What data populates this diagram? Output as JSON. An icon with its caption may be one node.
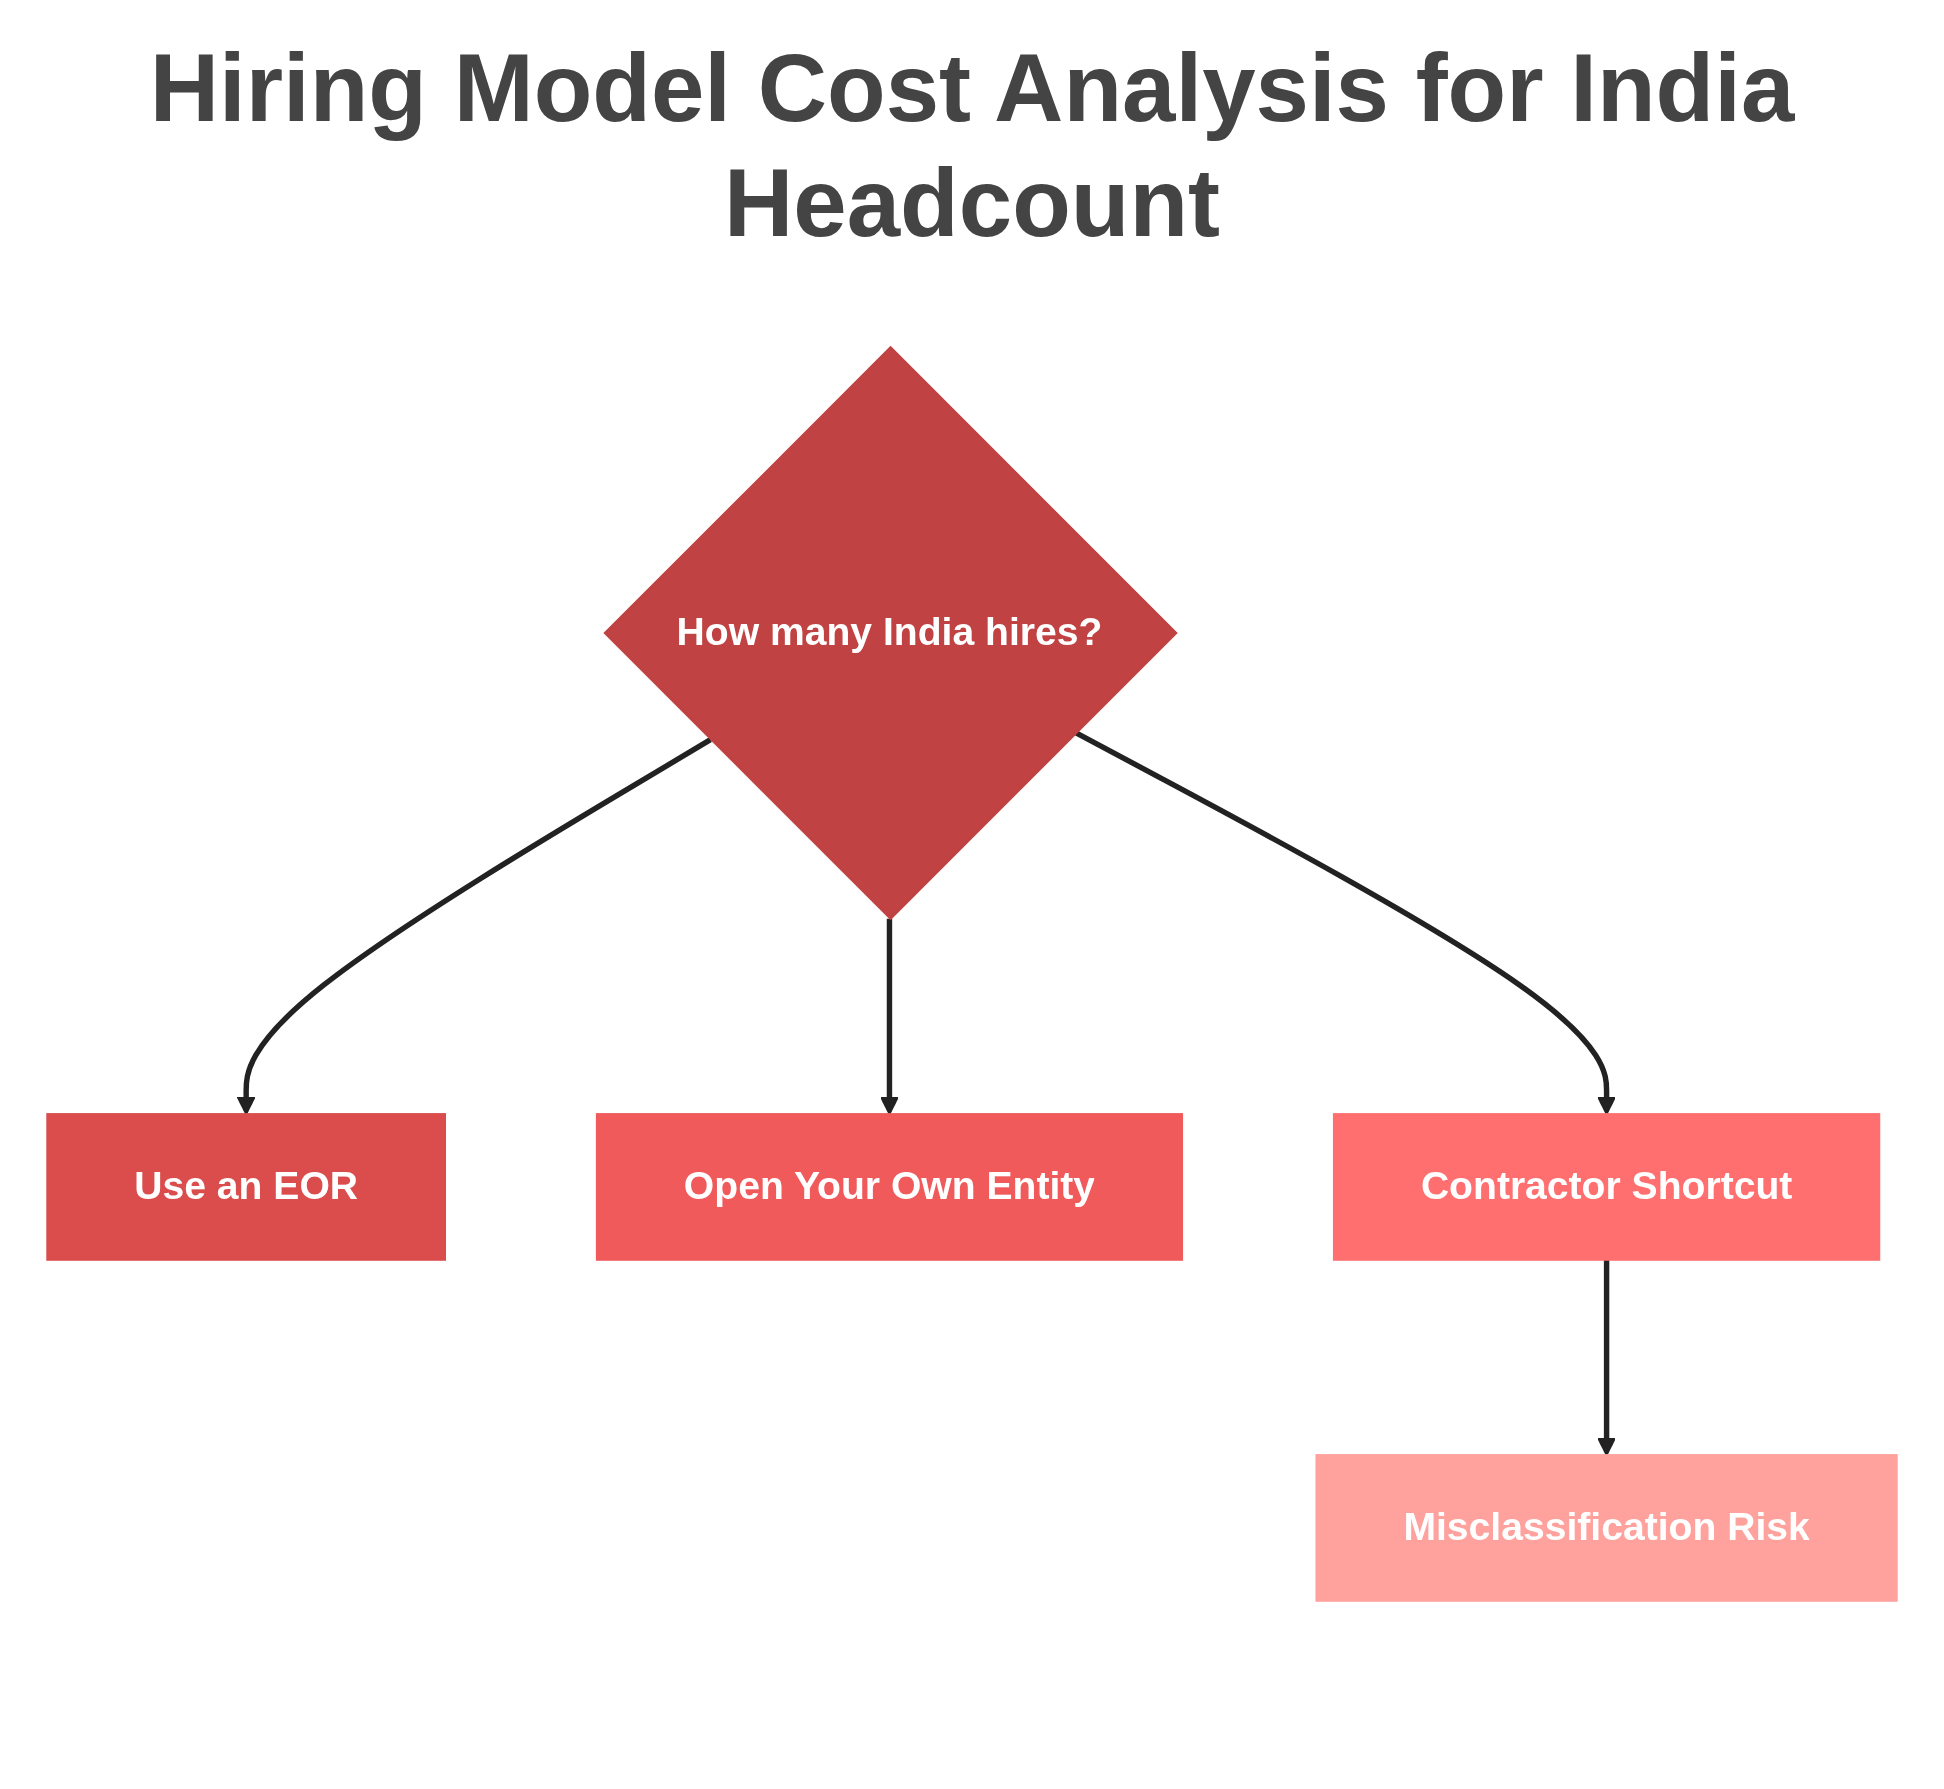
{
  "diagram": {
    "title": "Hiring Model Cost Analysis for India Headcount",
    "nodes": [
      {
        "text": [
          "How many India hires?"
        ]
      },
      {
        "text": [
          "Use an EOR"
        ]
      },
      {
        "text": [
          "Open Your Own Entity"
        ]
      },
      {
        "text": [
          "Contractor Shortcut"
        ]
      },
      {
        "text": [
          "Misclassification Risk"
        ]
      }
    ],
    "edges": [
      {
        "from": 0,
        "to": 1,
        "arrow": "to"
      },
      {
        "from": 0,
        "to": 2,
        "arrow": "to"
      },
      {
        "from": 0,
        "to": 3,
        "arrow": "to"
      },
      {
        "from": 3,
        "to": 4,
        "arrow": "to"
      }
    ]
  }
}
